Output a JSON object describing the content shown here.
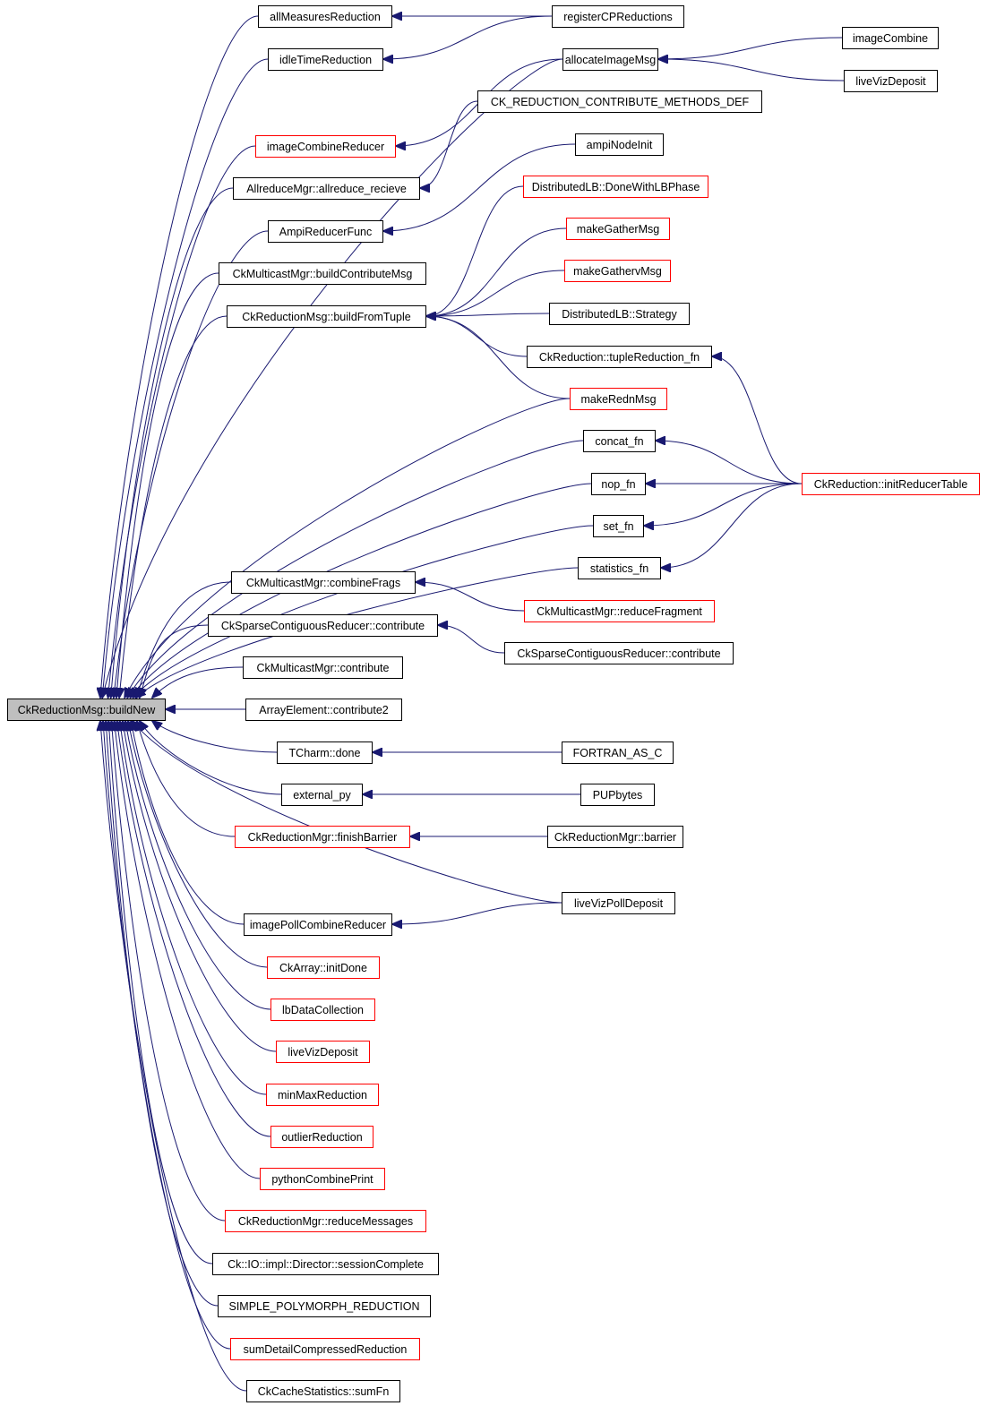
{
  "diagram": {
    "type": "call-graph",
    "colors": {
      "edge": "#191970",
      "link_border": "#ff0000",
      "plain_border": "#000000",
      "root_fill": "#bfbfbf"
    },
    "root": "buildNew",
    "nodes": [
      {
        "id": "buildNew",
        "label": "CkReductionMsg::buildNew",
        "style": "root"
      },
      {
        "id": "allMeasuresReduction",
        "label": "allMeasuresReduction",
        "style": "plain"
      },
      {
        "id": "registerCPReductions",
        "label": "registerCPReductions",
        "style": "plain"
      },
      {
        "id": "idleTimeReduction",
        "label": "idleTimeReduction",
        "style": "plain"
      },
      {
        "id": "allocateImageMsg",
        "label": "allocateImageMsg",
        "style": "plain"
      },
      {
        "id": "imageCombine",
        "label": "imageCombine",
        "style": "plain"
      },
      {
        "id": "liveVizDeposit1",
        "label": "liveVizDeposit",
        "style": "plain"
      },
      {
        "id": "CK_REDUCTION_CONTRIBUTE_METHODS_DEF",
        "label": "CK_REDUCTION_CONTRIBUTE_METHODS_DEF",
        "style": "plain"
      },
      {
        "id": "imageCombineReducer",
        "label": "imageCombineReducer",
        "style": "red"
      },
      {
        "id": "ampiNodeInit",
        "label": "ampiNodeInit",
        "style": "plain"
      },
      {
        "id": "allreduce_recieve",
        "label": "AllreduceMgr::allreduce_recieve",
        "style": "plain"
      },
      {
        "id": "DoneWithLBPhase",
        "label": "DistributedLB::DoneWithLBPhase",
        "style": "red"
      },
      {
        "id": "AmpiReducerFunc",
        "label": "AmpiReducerFunc",
        "style": "plain"
      },
      {
        "id": "makeGatherMsg",
        "label": "makeGatherMsg",
        "style": "red"
      },
      {
        "id": "buildContributeMsg",
        "label": "CkMulticastMgr::buildContributeMsg",
        "style": "plain"
      },
      {
        "id": "makeGathervMsg",
        "label": "makeGathervMsg",
        "style": "red"
      },
      {
        "id": "buildFromTuple",
        "label": "CkReductionMsg::buildFromTuple",
        "style": "plain"
      },
      {
        "id": "Strategy",
        "label": "DistributedLB::Strategy",
        "style": "plain"
      },
      {
        "id": "tupleReduction_fn",
        "label": "CkReduction::tupleReduction_fn",
        "style": "plain"
      },
      {
        "id": "makeRednMsg",
        "label": "makeRednMsg",
        "style": "red"
      },
      {
        "id": "concat_fn",
        "label": "concat_fn",
        "style": "plain"
      },
      {
        "id": "nop_fn",
        "label": "nop_fn",
        "style": "plain"
      },
      {
        "id": "initReducerTable",
        "label": "CkReduction::initReducerTable",
        "style": "red"
      },
      {
        "id": "set_fn",
        "label": "set_fn",
        "style": "plain"
      },
      {
        "id": "statistics_fn",
        "label": "statistics_fn",
        "style": "plain"
      },
      {
        "id": "combineFrags",
        "label": "CkMulticastMgr::combineFrags",
        "style": "plain"
      },
      {
        "id": "reduceFragment",
        "label": "CkMulticastMgr::reduceFragment",
        "style": "red"
      },
      {
        "id": "sparseContribute1",
        "label": "CkSparseContiguousReducer::contribute",
        "style": "plain"
      },
      {
        "id": "sparseContribute2",
        "label": "CkSparseContiguousReducer::contribute",
        "style": "plain"
      },
      {
        "id": "multicastContribute",
        "label": "CkMulticastMgr::contribute",
        "style": "plain"
      },
      {
        "id": "contribute2",
        "label": "ArrayElement::contribute2",
        "style": "plain"
      },
      {
        "id": "TCharmDone",
        "label": "TCharm::done",
        "style": "plain"
      },
      {
        "id": "FORTRAN_AS_C",
        "label": "FORTRAN_AS_C",
        "style": "plain"
      },
      {
        "id": "external_py",
        "label": "external_py",
        "style": "plain"
      },
      {
        "id": "PUPbytes",
        "label": "PUPbytes",
        "style": "plain"
      },
      {
        "id": "finishBarrier",
        "label": "CkReductionMgr::finishBarrier",
        "style": "red"
      },
      {
        "id": "barrier",
        "label": "CkReductionMgr::barrier",
        "style": "plain"
      },
      {
        "id": "liveVizPollDeposit",
        "label": "liveVizPollDeposit",
        "style": "plain"
      },
      {
        "id": "imagePollCombineReducer",
        "label": "imagePollCombineReducer",
        "style": "plain"
      },
      {
        "id": "initDone",
        "label": "CkArray::initDone",
        "style": "red"
      },
      {
        "id": "lbDataCollection",
        "label": "lbDataCollection",
        "style": "red"
      },
      {
        "id": "liveVizDeposit2",
        "label": "liveVizDeposit",
        "style": "red"
      },
      {
        "id": "minMaxReduction",
        "label": "minMaxReduction",
        "style": "red"
      },
      {
        "id": "outlierReduction",
        "label": "outlierReduction",
        "style": "red"
      },
      {
        "id": "pythonCombinePrint",
        "label": "pythonCombinePrint",
        "style": "red"
      },
      {
        "id": "reduceMessages",
        "label": "CkReductionMgr::reduceMessages",
        "style": "red"
      },
      {
        "id": "sessionComplete",
        "label": "Ck::IO::impl::Director::sessionComplete",
        "style": "plain"
      },
      {
        "id": "SIMPLE_POLYMORPH_REDUCTION",
        "label": "SIMPLE_POLYMORPH_REDUCTION",
        "style": "plain"
      },
      {
        "id": "sumDetailCompressedReduction",
        "label": "sumDetailCompressedReduction",
        "style": "red"
      },
      {
        "id": "sumFn",
        "label": "CkCacheStatistics::sumFn",
        "style": "plain"
      }
    ],
    "edges": [
      {
        "from": "allMeasuresReduction",
        "to": "buildNew"
      },
      {
        "from": "idleTimeReduction",
        "to": "buildNew"
      },
      {
        "from": "allocateImageMsg",
        "to": "buildNew"
      },
      {
        "from": "imageCombineReducer",
        "to": "buildNew"
      },
      {
        "from": "allreduce_recieve",
        "to": "buildNew"
      },
      {
        "from": "AmpiReducerFunc",
        "to": "buildNew"
      },
      {
        "from": "buildContributeMsg",
        "to": "buildNew"
      },
      {
        "from": "buildFromTuple",
        "to": "buildNew"
      },
      {
        "from": "makeRednMsg",
        "to": "buildNew"
      },
      {
        "from": "concat_fn",
        "to": "buildNew"
      },
      {
        "from": "nop_fn",
        "to": "buildNew"
      },
      {
        "from": "set_fn",
        "to": "buildNew"
      },
      {
        "from": "statistics_fn",
        "to": "buildNew"
      },
      {
        "from": "combineFrags",
        "to": "buildNew"
      },
      {
        "from": "sparseContribute1",
        "to": "buildNew"
      },
      {
        "from": "multicastContribute",
        "to": "buildNew"
      },
      {
        "from": "contribute2",
        "to": "buildNew"
      },
      {
        "from": "TCharmDone",
        "to": "buildNew"
      },
      {
        "from": "external_py",
        "to": "buildNew"
      },
      {
        "from": "finishBarrier",
        "to": "buildNew"
      },
      {
        "from": "liveVizPollDeposit",
        "to": "buildNew"
      },
      {
        "from": "imagePollCombineReducer",
        "to": "buildNew"
      },
      {
        "from": "initDone",
        "to": "buildNew"
      },
      {
        "from": "lbDataCollection",
        "to": "buildNew"
      },
      {
        "from": "liveVizDeposit2",
        "to": "buildNew"
      },
      {
        "from": "minMaxReduction",
        "to": "buildNew"
      },
      {
        "from": "outlierReduction",
        "to": "buildNew"
      },
      {
        "from": "pythonCombinePrint",
        "to": "buildNew"
      },
      {
        "from": "reduceMessages",
        "to": "buildNew"
      },
      {
        "from": "sessionComplete",
        "to": "buildNew"
      },
      {
        "from": "SIMPLE_POLYMORPH_REDUCTION",
        "to": "buildNew"
      },
      {
        "from": "sumDetailCompressedReduction",
        "to": "buildNew"
      },
      {
        "from": "sumFn",
        "to": "buildNew"
      },
      {
        "from": "registerCPReductions",
        "to": "allMeasuresReduction"
      },
      {
        "from": "registerCPReductions",
        "to": "idleTimeReduction"
      },
      {
        "from": "imageCombine",
        "to": "allocateImageMsg"
      },
      {
        "from": "liveVizDeposit1",
        "to": "allocateImageMsg"
      },
      {
        "from": "allocateImageMsg",
        "to": "imageCombineReducer"
      },
      {
        "from": "CK_REDUCTION_CONTRIBUTE_METHODS_DEF",
        "to": "allreduce_recieve"
      },
      {
        "from": "ampiNodeInit",
        "to": "AmpiReducerFunc"
      },
      {
        "from": "DoneWithLBPhase",
        "to": "buildFromTuple"
      },
      {
        "from": "makeGatherMsg",
        "to": "buildFromTuple"
      },
      {
        "from": "makeGathervMsg",
        "to": "buildFromTuple"
      },
      {
        "from": "Strategy",
        "to": "buildFromTuple"
      },
      {
        "from": "tupleReduction_fn",
        "to": "buildFromTuple"
      },
      {
        "from": "makeRednMsg",
        "to": "buildFromTuple"
      },
      {
        "from": "initReducerTable",
        "to": "tupleReduction_fn"
      },
      {
        "from": "initReducerTable",
        "to": "concat_fn"
      },
      {
        "from": "initReducerTable",
        "to": "nop_fn"
      },
      {
        "from": "initReducerTable",
        "to": "set_fn"
      },
      {
        "from": "initReducerTable",
        "to": "statistics_fn"
      },
      {
        "from": "reduceFragment",
        "to": "combineFrags"
      },
      {
        "from": "sparseContribute2",
        "to": "sparseContribute1"
      },
      {
        "from": "FORTRAN_AS_C",
        "to": "TCharmDone"
      },
      {
        "from": "PUPbytes",
        "to": "external_py"
      },
      {
        "from": "barrier",
        "to": "finishBarrier"
      },
      {
        "from": "liveVizPollDeposit",
        "to": "imagePollCombineReducer"
      }
    ]
  }
}
